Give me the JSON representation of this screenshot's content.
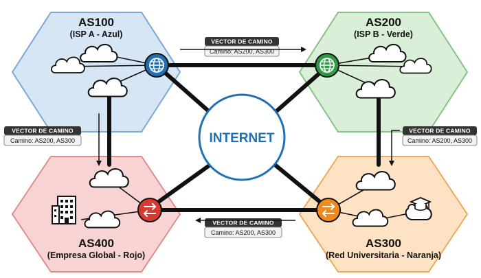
{
  "center": {
    "label": "INTERNET",
    "color": "#1f6fb5"
  },
  "nodes": {
    "as100": {
      "title": "AS100",
      "subtitle": "(ISP A - Azul)",
      "fill": "#d6e6f5",
      "stroke": "#7aa7d6",
      "router_color": "#1f6fb5",
      "router_icon": "globe-icon"
    },
    "as200": {
      "title": "AS200",
      "subtitle": "(ISP B - Verde)",
      "fill": "#d9efd7",
      "stroke": "#86c285",
      "router_color": "#2e9a47",
      "router_icon": "globe-icon"
    },
    "as300": {
      "title": "AS300",
      "subtitle": "(Red Universitaria - Naranja)",
      "fill": "#fde2c4",
      "stroke": "#f0a95c",
      "router_color": "#f08a1c",
      "router_icon": "router-arrows-icon"
    },
    "as400": {
      "title": "AS400",
      "subtitle": "(Empresa Global - Rojo)",
      "fill": "#f8d3d3",
      "stroke": "#e08c8c",
      "router_color": "#d63a31",
      "router_icon": "router-arrows-icon"
    }
  },
  "path_vectors": [
    {
      "id": "top",
      "header": "VECTOR DE CAMINO",
      "body": "Camino: AS200, AS300"
    },
    {
      "id": "left",
      "header": "VECTOR DE CAMINO",
      "body": "Camino: AS200, AS300"
    },
    {
      "id": "right",
      "header": "VECTOR DE CAMINO",
      "body": "Camino: AS200, AS300"
    },
    {
      "id": "bottom",
      "header": "VECTOR DE CAMINO",
      "body": "Camino: AS200, AS300"
    }
  ],
  "icons": {
    "building": "office-building-icon",
    "graduation": "graduation-cap-icon"
  }
}
